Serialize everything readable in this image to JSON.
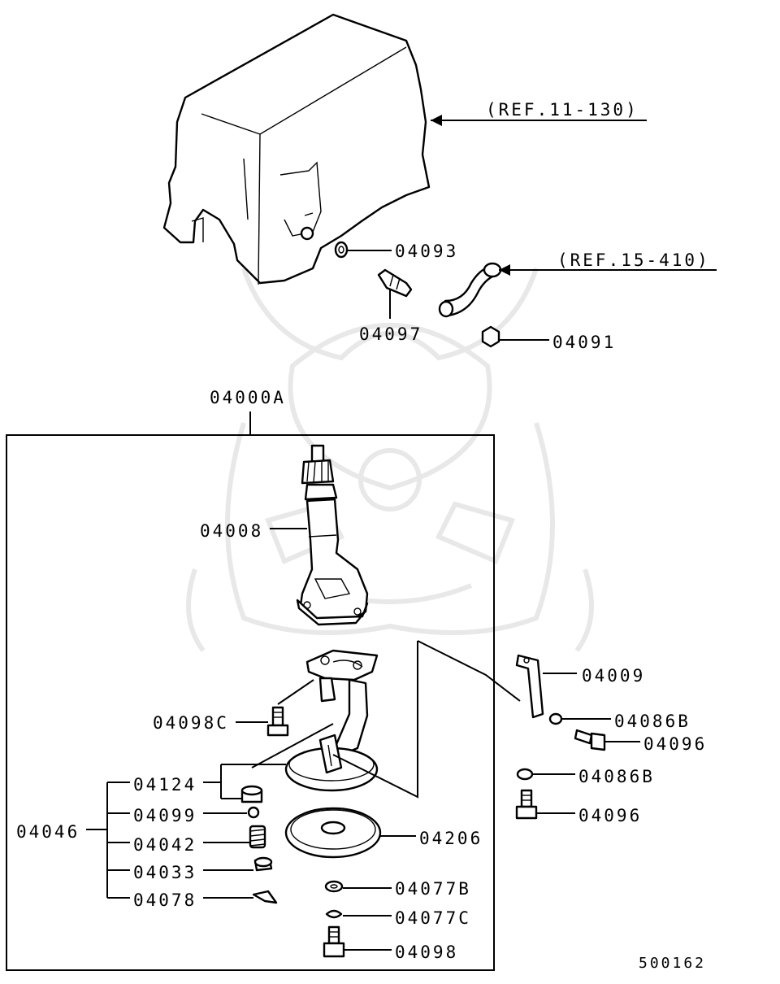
{
  "diagram": {
    "code": "500162",
    "refs": [
      {
        "id": "ref-11",
        "text": "(REF.11-130)"
      },
      {
        "id": "ref-15",
        "text": "(REF.15-410)"
      }
    ],
    "labels": {
      "p04093": "04093",
      "p04097": "04097",
      "p04091": "04091",
      "p04000A": "04000A",
      "p04008": "04008",
      "p04009": "04009",
      "p04086B_a": "04086B",
      "p04096_a": "04096",
      "p04086B_b": "04086B",
      "p04096_b": "04096",
      "p04098C": "04098C",
      "p04124": "04124",
      "p04099": "04099",
      "p04046": "04046",
      "p04042": "04042",
      "p04206": "04206",
      "p04033": "04033",
      "p04077B": "04077B",
      "p04078": "04078",
      "p04077C": "04077C",
      "p04098": "04098"
    }
  }
}
